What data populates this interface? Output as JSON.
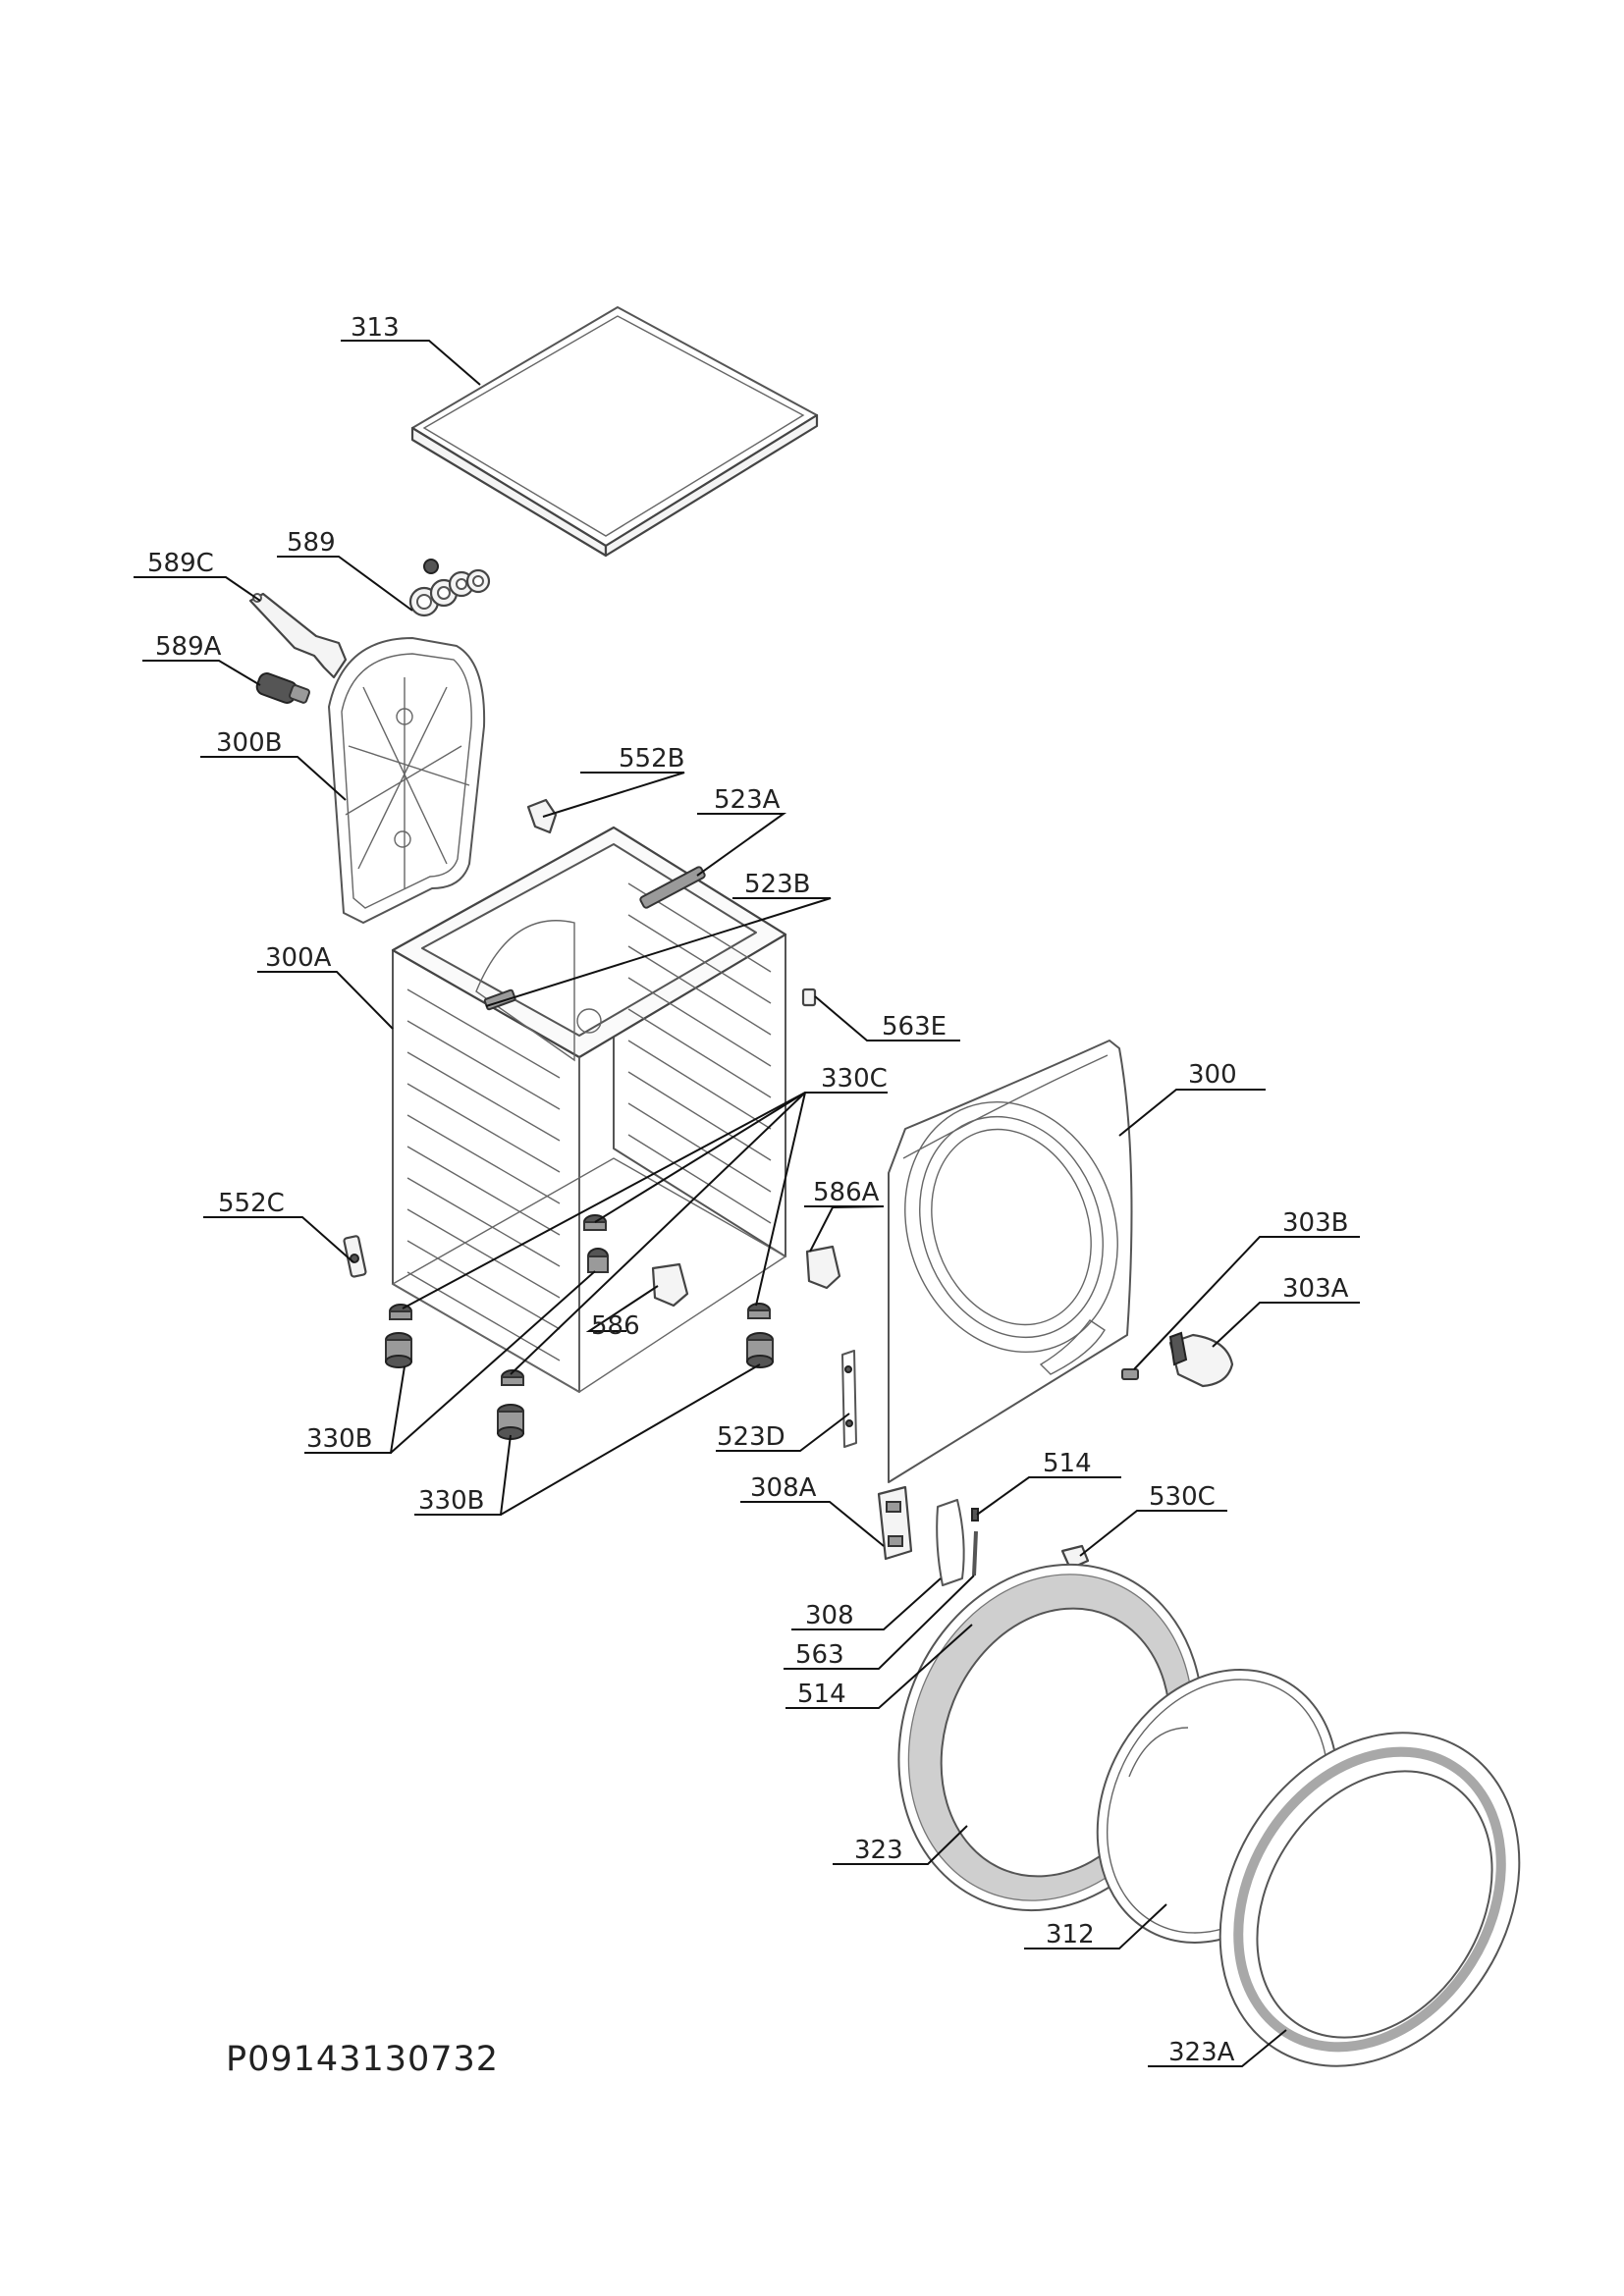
{
  "document_code": "P09143130732",
  "labels": {
    "l313": "313",
    "l589": "589",
    "l589C": "589C",
    "l589A": "589A",
    "l300B": "300B",
    "l552B": "552B",
    "l523A": "523A",
    "l523B": "523B",
    "l300A": "300A",
    "l563E": "563E",
    "l330C": "330C",
    "l300": "300",
    "l586A": "586A",
    "l552C": "552C",
    "l303B": "303B",
    "l303A": "303A",
    "l586": "586",
    "l330B_1": "330B",
    "l523D": "523D",
    "l514_top": "514",
    "l330B_2": "330B",
    "l308A": "308A",
    "l530C": "530C",
    "l308": "308",
    "l563": "563",
    "l514_bot": "514",
    "l323": "323",
    "l312": "312",
    "l323A": "323A"
  }
}
